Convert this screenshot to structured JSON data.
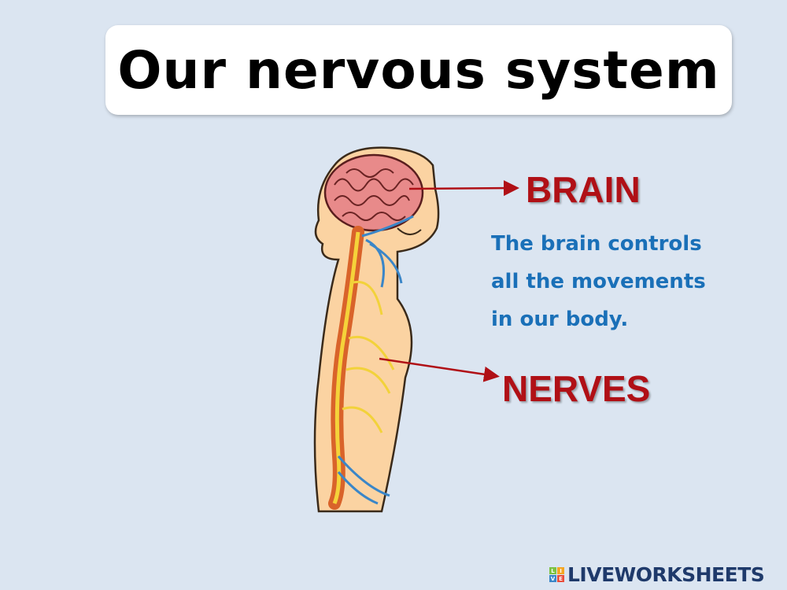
{
  "title": "Our nervous system",
  "labels": {
    "brain": "BRAIN",
    "nerves": "NERVES"
  },
  "description": {
    "lines": [
      "The brain controls",
      "all the movements",
      "in our body."
    ]
  },
  "illustration": {
    "subject": "side-view child body showing brain, spinal cord and nerves"
  },
  "colors": {
    "background": "#dbe5f1",
    "label_red": "#b01016",
    "description_blue": "#1a70b8",
    "brand_navy": "#1f3a6b"
  },
  "branding": {
    "logo_letters": [
      "L",
      "I",
      "V",
      "E"
    ],
    "name": "LIVEWORKSHEETS"
  }
}
